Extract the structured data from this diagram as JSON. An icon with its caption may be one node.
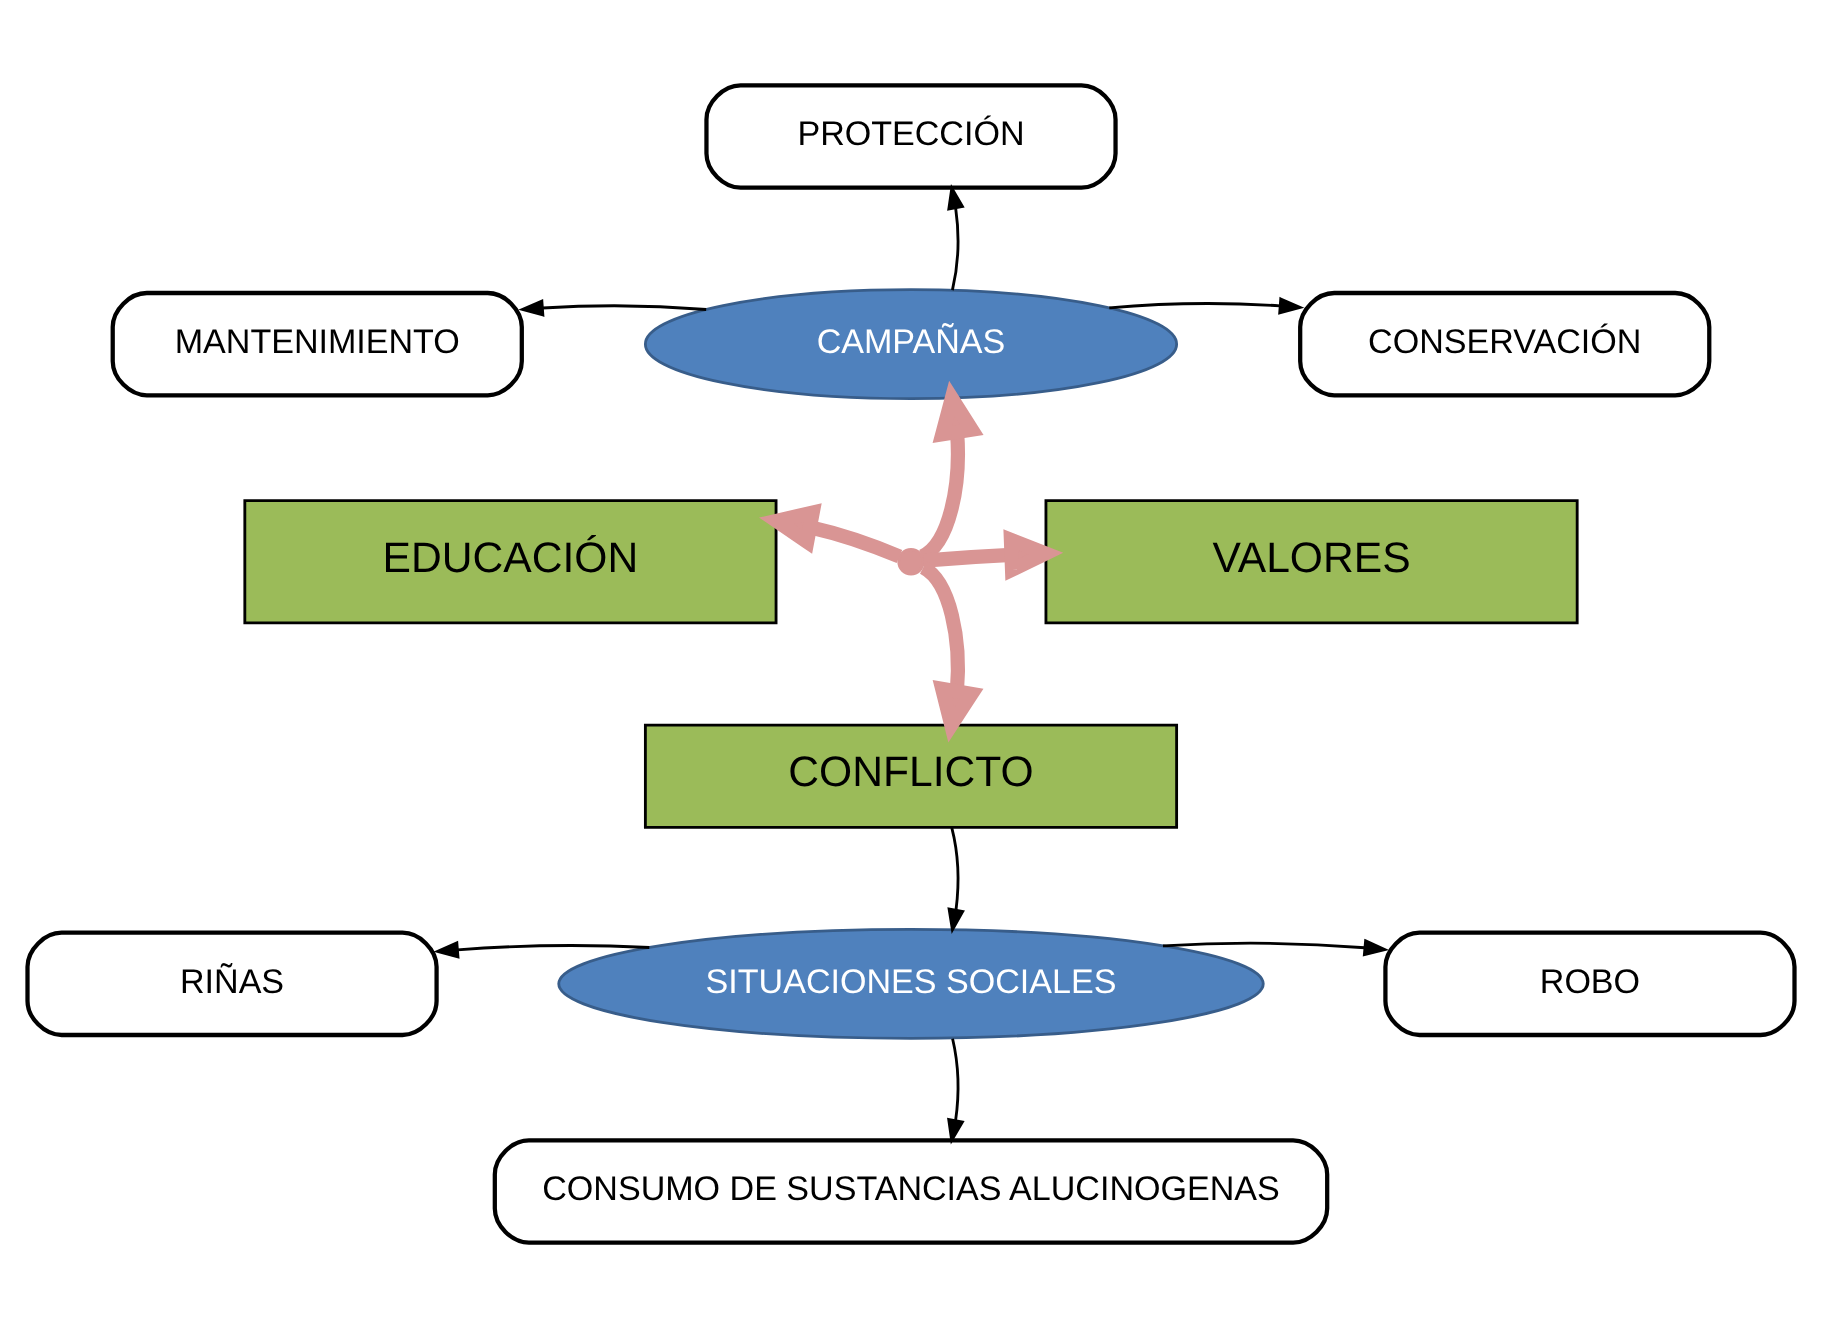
{
  "diagram": {
    "nodes": [
      {
        "text": [
          "PROTECCIÓN"
        ]
      },
      {
        "text": [
          "MANTENIMIENTO"
        ]
      },
      {
        "text": [
          "CAMPAÑAS"
        ]
      },
      {
        "text": [
          "CONSERVACIÓN"
        ]
      },
      {
        "text": [
          "EDUCACIÓN"
        ]
      },
      {
        "text": [],
        "shape": "cross"
      },
      {
        "text": [
          "VALORES"
        ]
      },
      {
        "text": [
          "CONFLICTO"
        ]
      },
      {
        "text": [
          "RIÑAS"
        ]
      },
      {
        "text": [
          "SITUACIONES SOCIALES"
        ]
      },
      {
        "text": [
          "ROBO"
        ]
      },
      {
        "text": [
          "CONSUMO DE SUSTANCIAS ALUCINOGENAS"
        ]
      }
    ],
    "edges": [
      {
        "from": 2,
        "to": 0,
        "arrow": "to"
      },
      {
        "from": 2,
        "to": 1,
        "arrow": "to"
      },
      {
        "from": 2,
        "to": 3,
        "arrow": "to"
      },
      {
        "from": 5,
        "to": 2,
        "arrow": "to",
        "style": "thick",
        "color": "#d99594"
      },
      {
        "from": 5,
        "to": 4,
        "arrow": "to",
        "style": "thick",
        "color": "#d99594"
      },
      {
        "from": 5,
        "to": 6,
        "arrow": "to",
        "style": "thick",
        "color": "#d99594"
      },
      {
        "from": 5,
        "to": 7,
        "arrow": "to",
        "style": "thick",
        "color": "#d99594"
      },
      {
        "from": 7,
        "to": 9,
        "arrow": "to"
      },
      {
        "from": 9,
        "to": 8,
        "arrow": "to"
      },
      {
        "from": 9,
        "to": 10,
        "arrow": "to"
      },
      {
        "from": 9,
        "to": 11,
        "arrow": "to"
      }
    ]
  }
}
